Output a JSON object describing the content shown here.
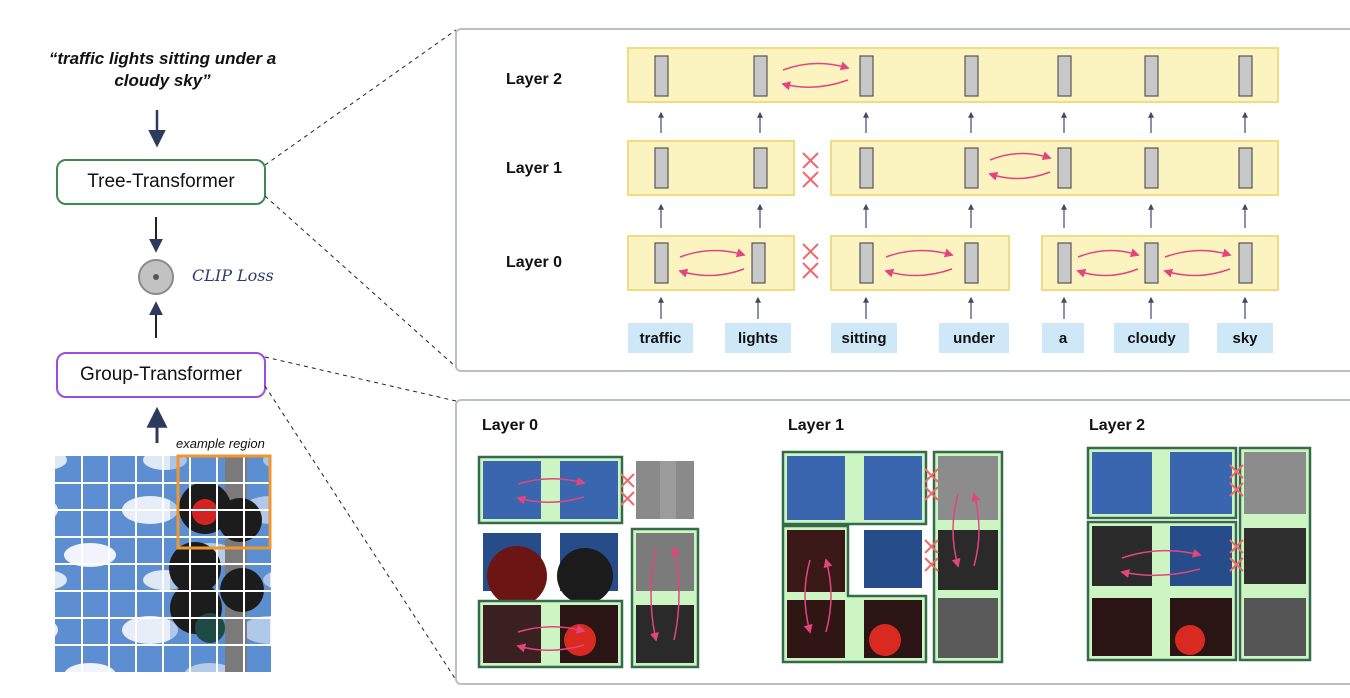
{
  "caption": "“traffic lights sitting under a cloudy sky”",
  "tree_transformer_label": "Tree-Transformer",
  "group_transformer_label": "Group-Transformer",
  "clip_loss_label": "CLIP Loss",
  "example_region_label": "example region",
  "tree_panel": {
    "layers": [
      "Layer 2",
      "Layer 1",
      "Layer 0"
    ],
    "tokens": [
      "traffic",
      "lights",
      "sitting",
      "under",
      "a",
      "cloudy",
      "sky"
    ]
  },
  "group_panel": {
    "layers": [
      "Layer 0",
      "Layer 1",
      "Layer 2"
    ]
  },
  "colors": {
    "tree_border": "#3d8a4f",
    "group_border": "#9b4de0",
    "layer_fill": "#fbf3c0",
    "token_fill": "#cfe8f7",
    "arrow_pink": "#e2457e",
    "cross_red": "#ef6b6b",
    "orange_region": "#f0962e",
    "group_green": "#cdf5c3",
    "group_border_green": "#356b4b",
    "sky_blue": "#25467e"
  }
}
